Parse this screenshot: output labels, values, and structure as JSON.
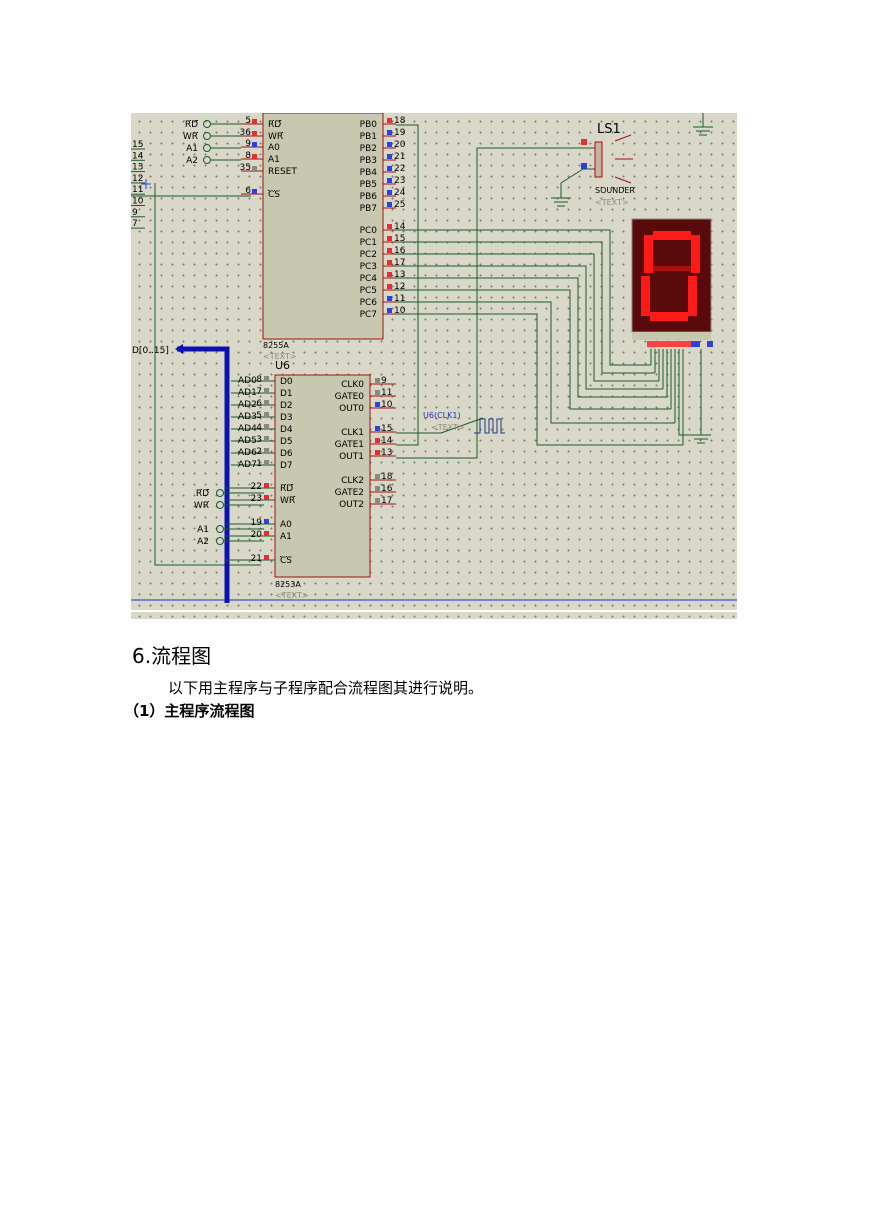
{
  "schematic": {
    "u8255": {
      "type": "8255A",
      "text": "<TEXT>",
      "left_pins": [
        {
          "name": "RD",
          "num": "5",
          "overline": true
        },
        {
          "name": "WR",
          "num": "36",
          "overline": true
        },
        {
          "name": "A0",
          "num": "9"
        },
        {
          "name": "A1",
          "num": "8"
        },
        {
          "name": "RESET",
          "num": "35"
        },
        {
          "name": "CS",
          "num": "6",
          "overline": true
        }
      ],
      "pb_pins": [
        {
          "name": "PB0",
          "num": "18"
        },
        {
          "name": "PB1",
          "num": "19"
        },
        {
          "name": "PB2",
          "num": "20"
        },
        {
          "name": "PB3",
          "num": "21"
        },
        {
          "name": "PB4",
          "num": "22"
        },
        {
          "name": "PB5",
          "num": "23"
        },
        {
          "name": "PB6",
          "num": "24"
        },
        {
          "name": "PB7",
          "num": "25"
        }
      ],
      "pc_pins": [
        {
          "name": "PC0",
          "num": "14"
        },
        {
          "name": "PC1",
          "num": "15"
        },
        {
          "name": "PC2",
          "num": "16"
        },
        {
          "name": "PC3",
          "num": "17"
        },
        {
          "name": "PC4",
          "num": "13"
        },
        {
          "name": "PC5",
          "num": "12"
        },
        {
          "name": "PC6",
          "num": "11"
        },
        {
          "name": "PC7",
          "num": "10"
        }
      ],
      "terminals": [
        "RD",
        "WR",
        "A1",
        "A2"
      ]
    },
    "left_bus_numbers": [
      "15",
      "14",
      "13",
      "12",
      "11",
      "10",
      "9",
      "7"
    ],
    "bus_label": "D[0..15]",
    "u8253": {
      "title": "U6",
      "type": "8253A",
      "text": "<TEXT>",
      "data_pins": [
        {
          "net": "AD0",
          "num": "8",
          "name": "D0"
        },
        {
          "net": "AD1",
          "num": "7",
          "name": "D1"
        },
        {
          "net": "AD2",
          "num": "6",
          "name": "D2"
        },
        {
          "net": "AD3",
          "num": "5",
          "name": "D3"
        },
        {
          "net": "AD4",
          "num": "4",
          "name": "D4"
        },
        {
          "net": "AD5",
          "num": "3",
          "name": "D5"
        },
        {
          "net": "AD6",
          "num": "2",
          "name": "D6"
        },
        {
          "net": "AD7",
          "num": "1",
          "name": "D7"
        }
      ],
      "ctrl_pins": [
        {
          "name": "RD",
          "num": "22",
          "overline": true
        },
        {
          "name": "WR",
          "num": "23",
          "overline": true
        },
        {
          "name": "A0",
          "num": "19"
        },
        {
          "name": "A1",
          "num": "20"
        },
        {
          "name": "CS",
          "num": "21",
          "overline": true
        }
      ],
      "ctrl_terminals": [
        "RD",
        "WR",
        "A1",
        "A2"
      ],
      "right_pins": [
        {
          "name": "CLK0",
          "num": "9"
        },
        {
          "name": "GATE0",
          "num": "11"
        },
        {
          "name": "OUT0",
          "num": "10"
        },
        {
          "name": "CLK1",
          "num": "15"
        },
        {
          "name": "GATE1",
          "num": "14"
        },
        {
          "name": "OUT1",
          "num": "13"
        },
        {
          "name": "CLK2",
          "num": "18"
        },
        {
          "name": "GATE2",
          "num": "16"
        },
        {
          "name": "OUT2",
          "num": "17"
        }
      ]
    },
    "clock_label": "U6(CLK1)",
    "clock_text": "<TEXT>",
    "speaker": {
      "name": "LS1",
      "type": "SOUNDER",
      "text": "<TEXT>"
    },
    "display": {
      "digit": "0",
      "color": "#ff1a1a"
    }
  },
  "heading": "6.流程图",
  "paragraph": "以下用主程序与子程序配合流程图其进行说明。",
  "subheading": "（1）主程序流程图"
}
